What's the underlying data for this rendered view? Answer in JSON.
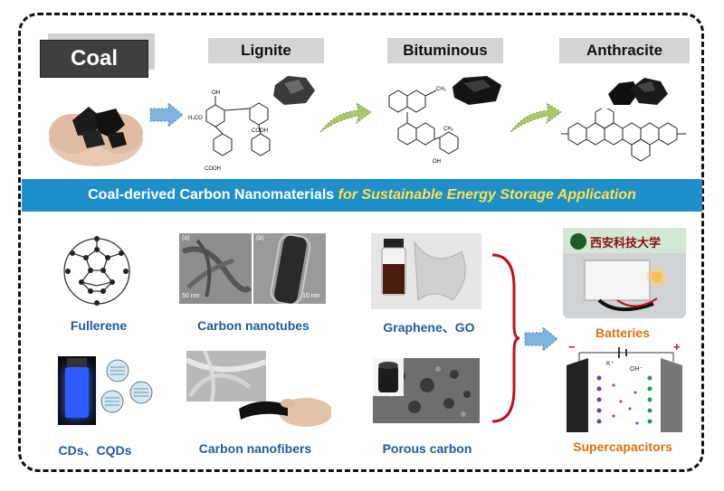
{
  "top": {
    "coal_label": "Coal",
    "ranks": [
      "Lignite",
      "Bituminous",
      "Anthracite"
    ]
  },
  "banner": {
    "main": "Coal-derived Carbon Nanomaterials ",
    "highlight": "for Sustainable Energy Storage Application"
  },
  "materials": {
    "fullerene": "Fullerene",
    "nanotubes": "Carbon nanotubes",
    "graphene": "Graphene、GO",
    "cds": "CDs、CQDs",
    "nanofibers": "Carbon nanofibers",
    "porous": "Porous carbon"
  },
  "applications": {
    "batteries": "Batteries",
    "supercapacitors": "Supercapacitors",
    "sign_text": "西安科技大学",
    "ion_label": "K⁺",
    "anion_label": "OH⁻",
    "minus": "−",
    "plus": "+"
  },
  "tem": {
    "panel_a": "(a)",
    "panel_b": "(b)",
    "scale_a": "50 nm",
    "scale_b": "10 nm"
  },
  "molecule_labels": {
    "ch3": "CH₃",
    "ch2": "CH₂",
    "oh": "OH",
    "cooh": "COOH",
    "h3co": "H₃CO"
  },
  "colors": {
    "banner": "#1f8fc9",
    "highlight": "#ffe14a",
    "label_blue": "#1f5aa0",
    "label_orange": "#e07010",
    "brace_red": "#c0101a",
    "arrow_blue": "#7fb3dd",
    "arrow_green": "#a8c86a"
  }
}
